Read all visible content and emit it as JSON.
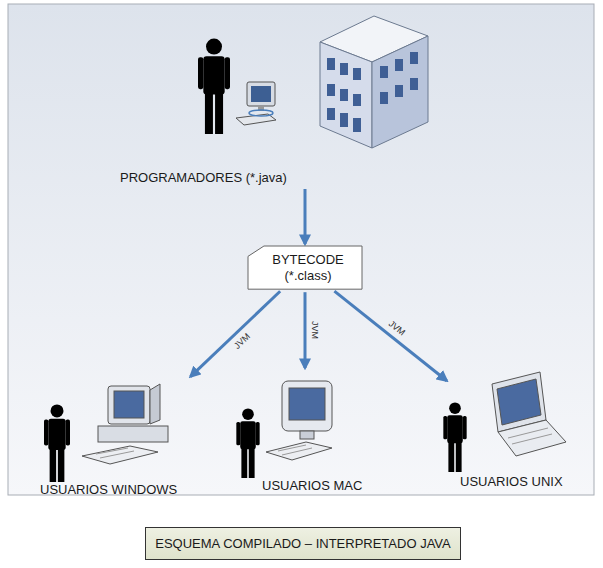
{
  "diagram": {
    "caption": "ESQUEMA COMPILADO – INTERPRETADO JAVA",
    "nodes": [
      {
        "text": [
          "PROGRAMADORES (*.java)"
        ]
      },
      {
        "text": [
          "BYTECODE (*.class)"
        ]
      },
      {
        "text": [
          "USUARIOS WINDOWS"
        ]
      },
      {
        "text": [
          "USUARIOS MAC"
        ]
      },
      {
        "text": [
          "USUARIOS UNIX"
        ]
      }
    ],
    "edges": [
      {
        "from": 0,
        "to": 1,
        "arrow": "to"
      },
      {
        "from": 1,
        "to": 2,
        "label": "JVM",
        "arrow": "to"
      },
      {
        "from": 1,
        "to": 3,
        "label": "JVM",
        "arrow": "to"
      },
      {
        "from": 1,
        "to": 4,
        "label": "JVM",
        "arrow": "to"
      }
    ]
  }
}
